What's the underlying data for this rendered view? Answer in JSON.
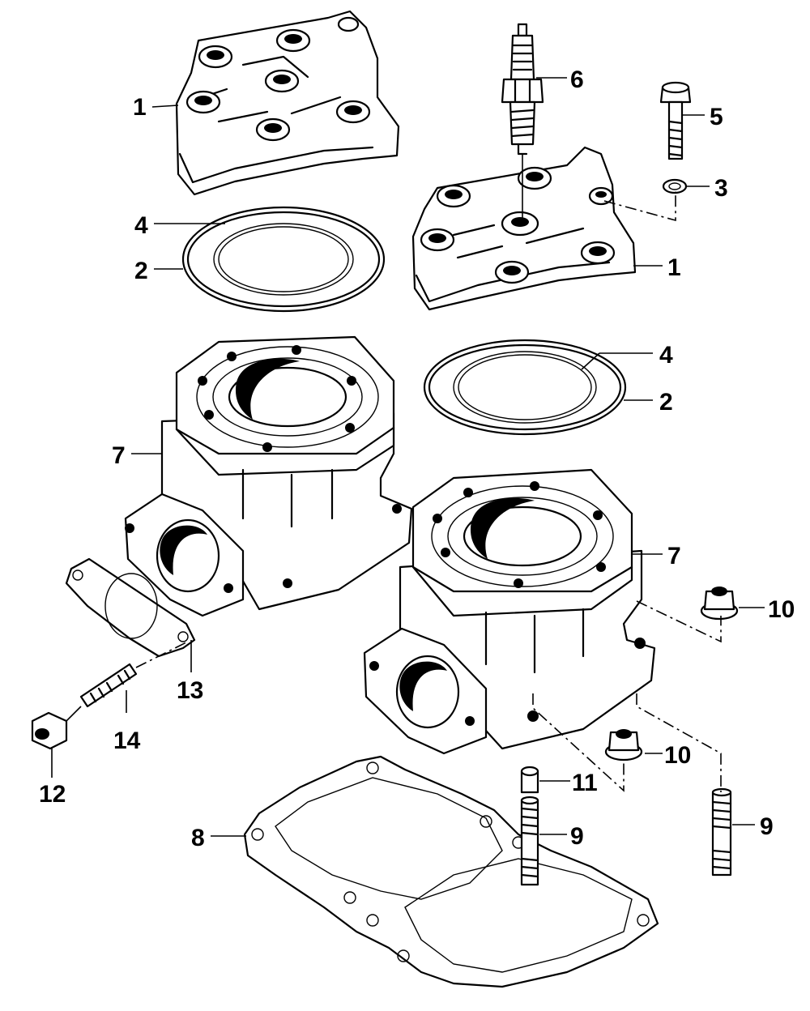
{
  "callouts": [
    {
      "id": "c1a",
      "text": "1"
    },
    {
      "id": "c1b",
      "text": "1"
    },
    {
      "id": "c2a",
      "text": "2"
    },
    {
      "id": "c2b",
      "text": "2"
    },
    {
      "id": "c3",
      "text": "3"
    },
    {
      "id": "c4a",
      "text": "4"
    },
    {
      "id": "c4b",
      "text": "4"
    },
    {
      "id": "c5",
      "text": "5"
    },
    {
      "id": "c6",
      "text": "6"
    },
    {
      "id": "c7a",
      "text": "7"
    },
    {
      "id": "c7b",
      "text": "7"
    },
    {
      "id": "c8",
      "text": "8"
    },
    {
      "id": "c9a",
      "text": "9"
    },
    {
      "id": "c9b",
      "text": "9"
    },
    {
      "id": "c10a",
      "text": "10"
    },
    {
      "id": "c10b",
      "text": "10"
    },
    {
      "id": "c11",
      "text": "11"
    },
    {
      "id": "c12",
      "text": "12"
    },
    {
      "id": "c13",
      "text": "13"
    },
    {
      "id": "c14",
      "text": "14"
    }
  ]
}
